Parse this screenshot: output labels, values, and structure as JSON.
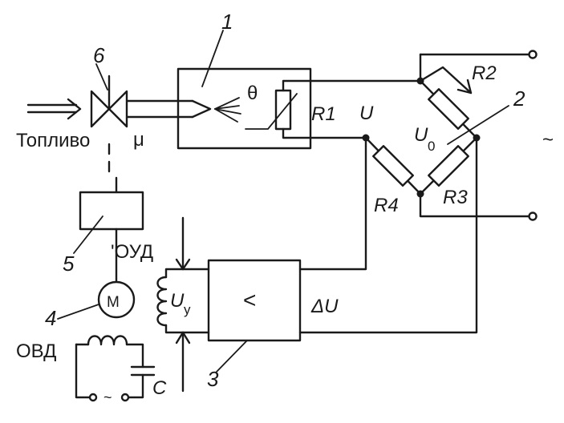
{
  "labels": {
    "fuel": "Топливо",
    "mu": "μ",
    "theta": "θ",
    "r1": "R1",
    "r2": "R2",
    "r3": "R3",
    "r4": "R4",
    "u": "U",
    "u0": "U",
    "u0_sub": "0",
    "uy": "U",
    "uy_sub": "у",
    "du": "ΔU",
    "oud": "'ОУД",
    "ovd": "ОВД",
    "motor": "M",
    "amp": "<",
    "c": "C",
    "ac_right": "~",
    "ac_bottom": "~"
  },
  "callouts": {
    "n1": "1",
    "n2": "2",
    "n3": "3",
    "n4": "4",
    "n5": "5",
    "n6": "6"
  }
}
